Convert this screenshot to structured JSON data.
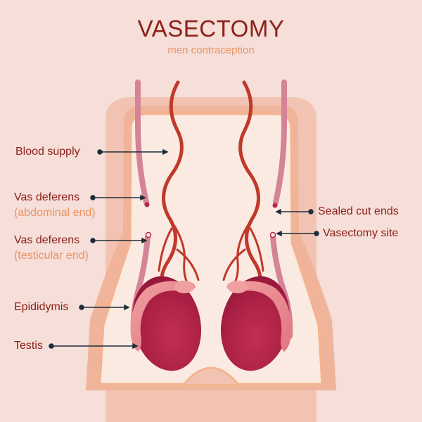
{
  "header": {
    "title": "VASECTOMY",
    "subtitle": "men contraception"
  },
  "labels": {
    "blood_supply": "Blood supply",
    "vas_abdominal": "Vas deferens",
    "vas_abdominal_sub": "(abdominal end)",
    "vas_testicular": "Vas deferens",
    "vas_testicular_sub": "(testicular end)",
    "epididymis": "Epididymis",
    "testis": "Testis",
    "sealed_cut_ends": "Sealed cut ends",
    "vasectomy_site": "Vasectomy site"
  },
  "colors": {
    "background": "#f6ded9",
    "title": "#8b2118",
    "subtitle_accent": "#ea9462",
    "skin_outer": "#f2c3b3",
    "skin_inner": "#fbeae1",
    "skin_border": "#f3b48f",
    "vas_deferens": "#d48496",
    "blood_vessel": "#c0392b",
    "testis": "#b9274b",
    "epididymis": "#e87d86",
    "pointer": "#1d2d3a"
  }
}
